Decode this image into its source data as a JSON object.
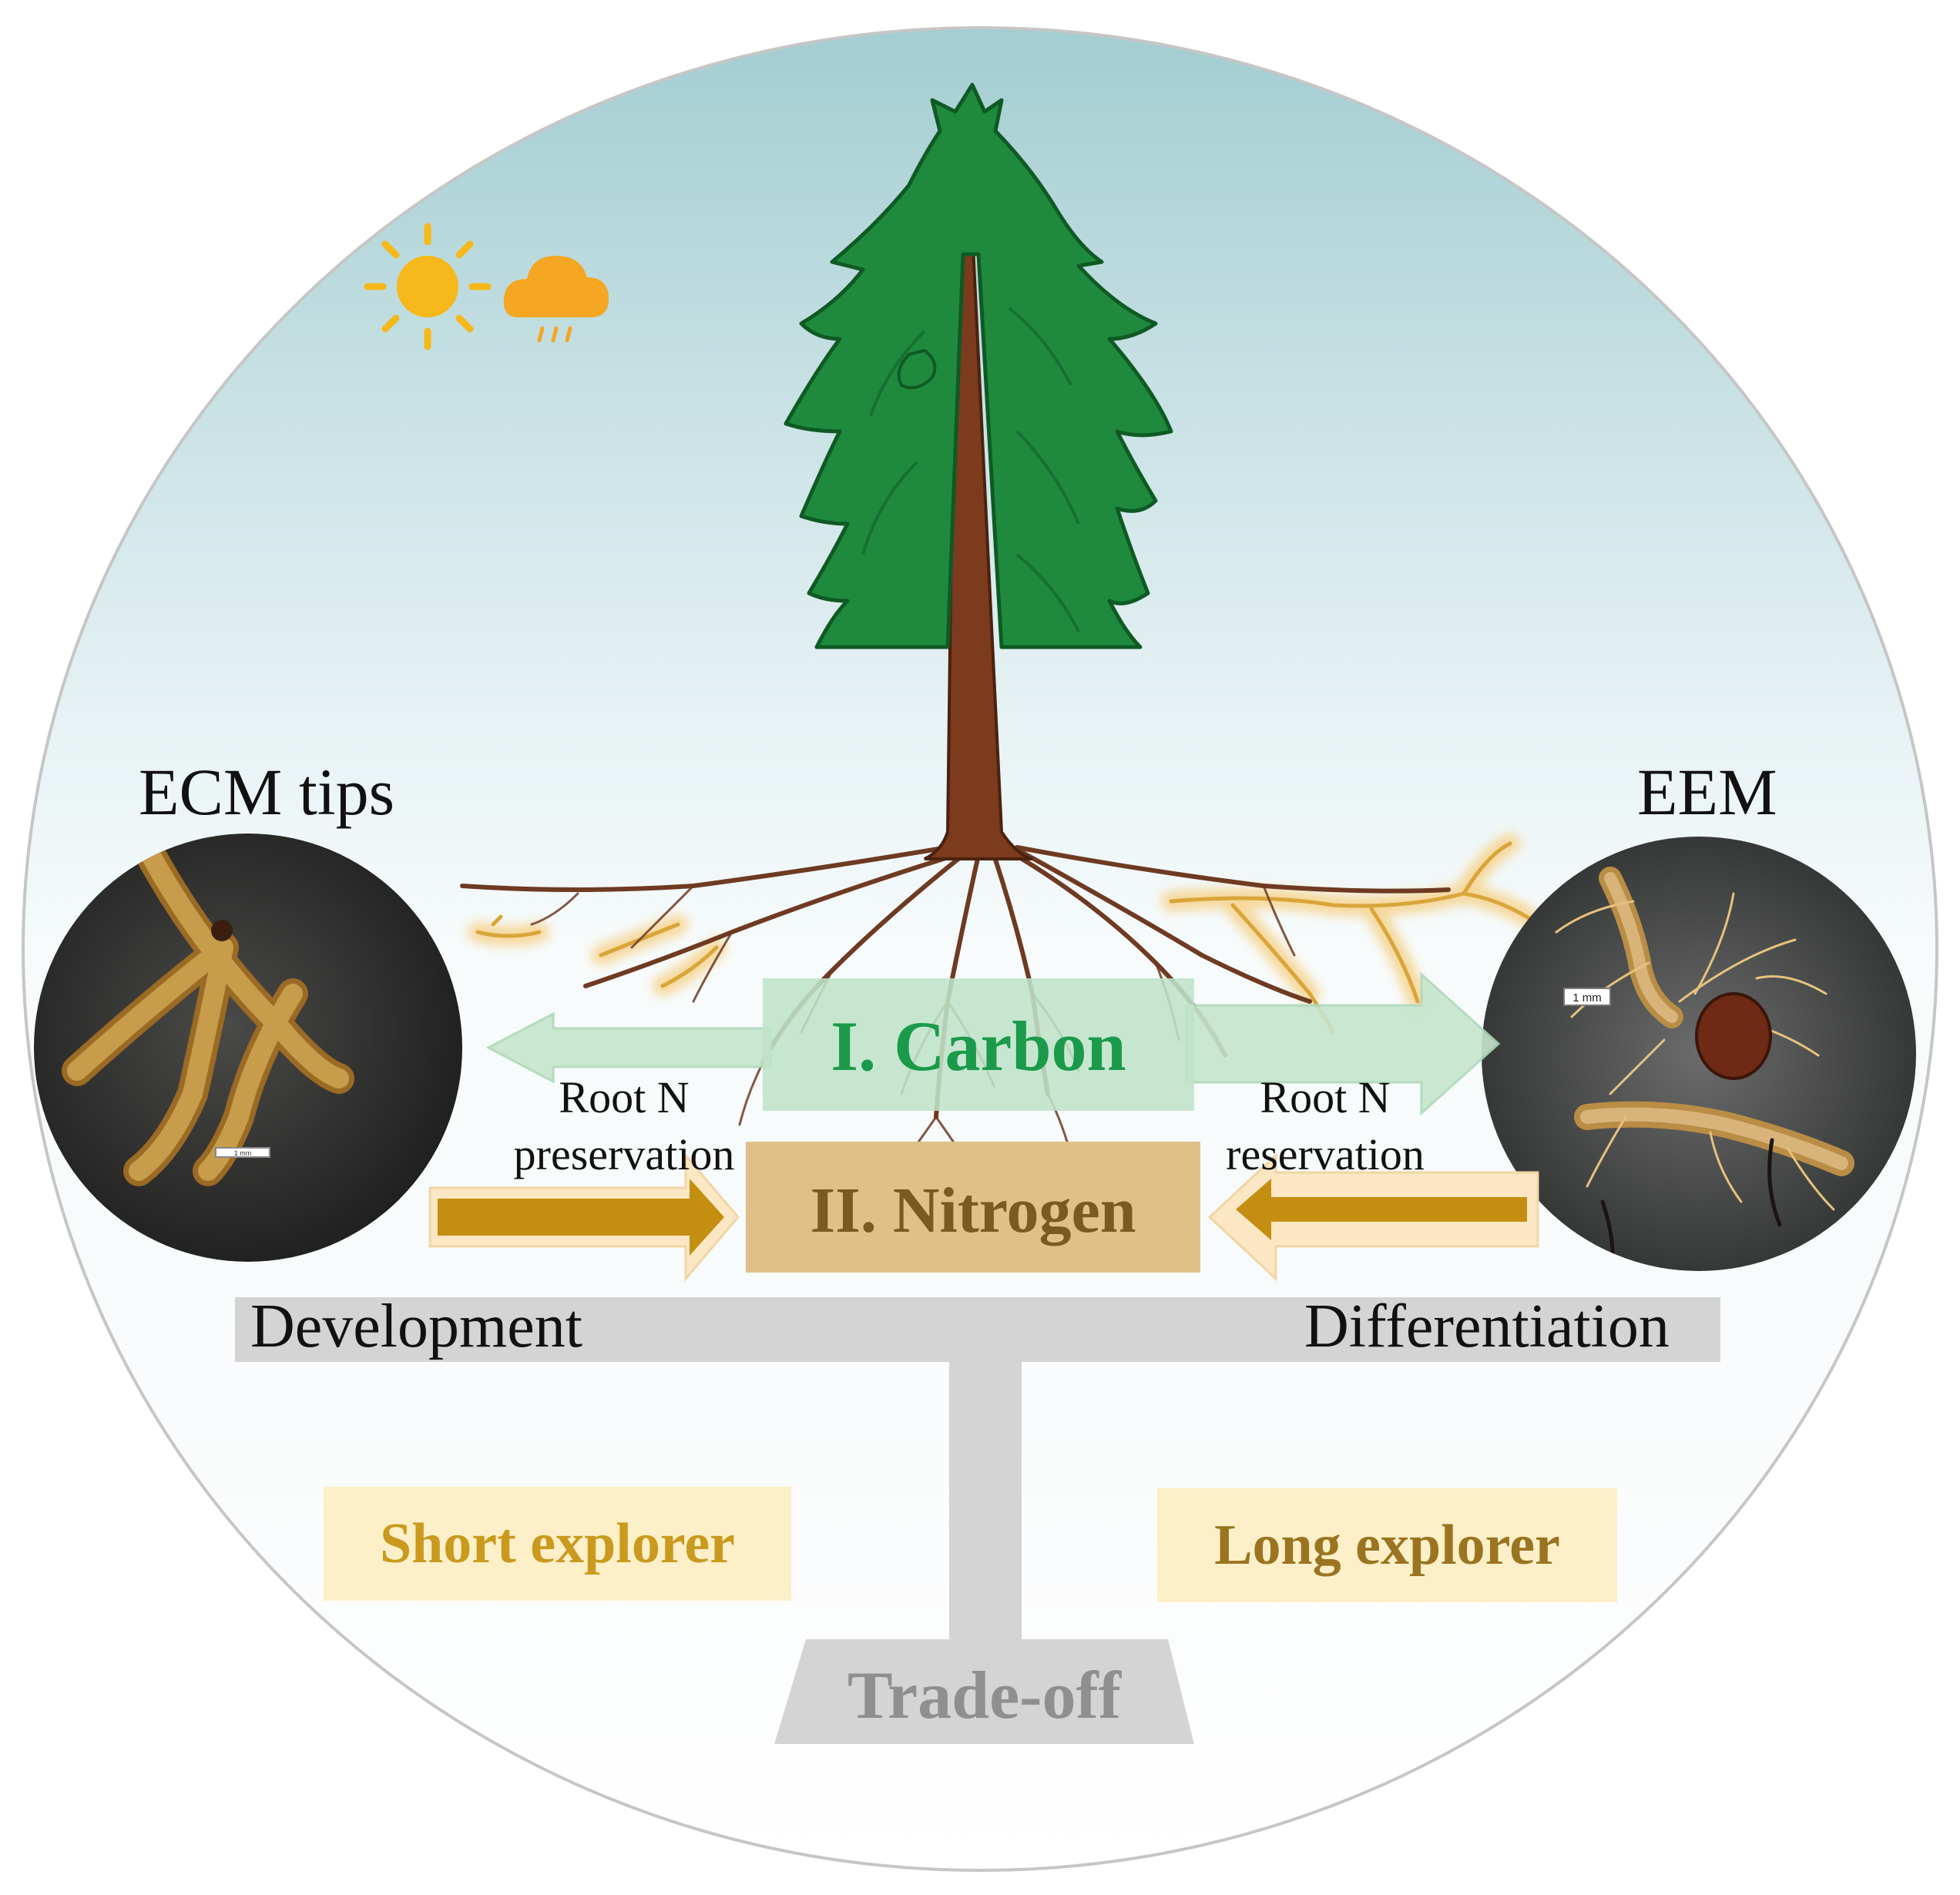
{
  "figure": {
    "ecm_title": "ECM tips",
    "eem_title": "EEM",
    "carbon_label": "I. Carbon",
    "nitrogen_label": "II. Nitrogen",
    "root_n_left": "Root N preservation",
    "root_n_right": "Root N reservation",
    "development_label": "Development",
    "differentiation_label": "Differentiation",
    "short_explorer_label": "Short explorer",
    "long_explorer_label": "Long explorer",
    "tradeoff_label": "Trade-off",
    "left_scale_text": "1 mm",
    "right_scale_text": "1 mm"
  },
  "icons": {
    "sun": "sun-icon",
    "rain_cloud": "rain-cloud-icon"
  },
  "colors": {
    "carbon_green": "#1a9a4a",
    "carbon_box": "#bfe3c8",
    "nitrogen_box": "#dfc089",
    "nitrogen_arrow": "#c48f10",
    "fungal_hyphae": "#d9a53a",
    "trunk_brown": "#7b3b1c",
    "foliage_green": "#1f8a3e",
    "explorer_box": "#fdf0c8",
    "balance_gray": "#d4d4d4",
    "sky_top": "#a7cfd3"
  }
}
